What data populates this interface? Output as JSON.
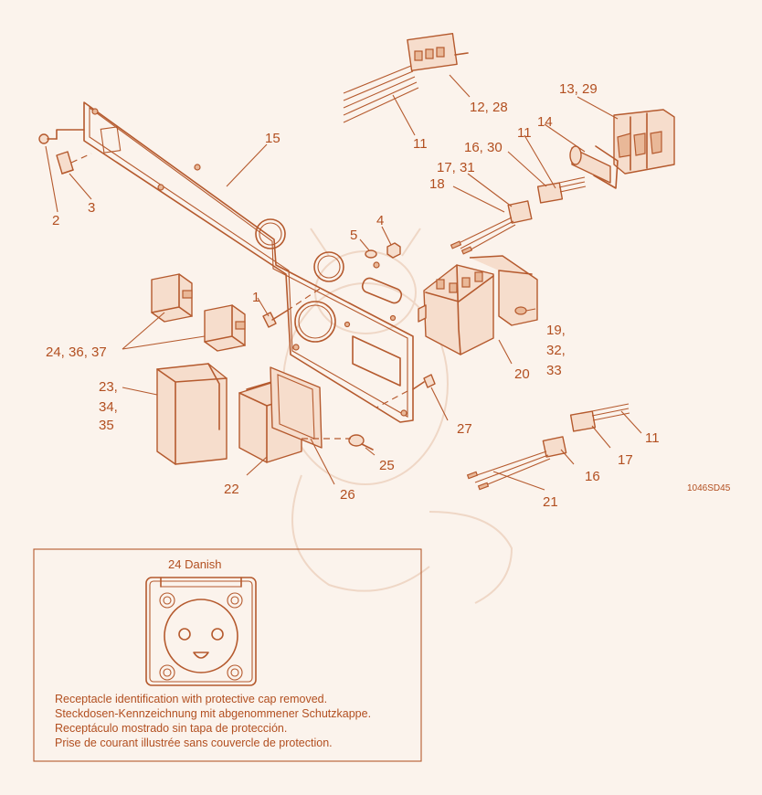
{
  "callouts": {
    "c2": "2",
    "c3": "3",
    "c15": "15",
    "c11a": "11",
    "c12_28": "12, 28",
    "c13_29": "13, 29",
    "c14": "14",
    "c11b": "11",
    "c16_30": "16, 30",
    "c17_31": "17, 31",
    "c18": "18",
    "c4": "4",
    "c5": "5",
    "c1": "1",
    "c24_36_37": "24, 36, 37",
    "c23": "23,",
    "c34": "34,",
    "c35": "35",
    "c19": "19,",
    "c32": "32,",
    "c33": "33",
    "c20": "20",
    "c27": "27",
    "c25": "25",
    "c22": "22",
    "c26": "26",
    "c11c": "11",
    "c17": "17",
    "c16": "16",
    "c21": "21"
  },
  "figure_id": "1046SD45",
  "inset": {
    "title": "24 Danish",
    "lines": [
      "Receptacle identification with protective cap removed.",
      "Steckdosen-Kennzeichnung mit abgenommener Schutzkappe.",
      "Receptáculo mostrado sin tapa de protección.",
      "Prise de courant illustrée sans couvercle de protection."
    ]
  },
  "colors": {
    "line": "#b55a2e",
    "text": "#b24f20",
    "background": "#fbf3ec"
  }
}
